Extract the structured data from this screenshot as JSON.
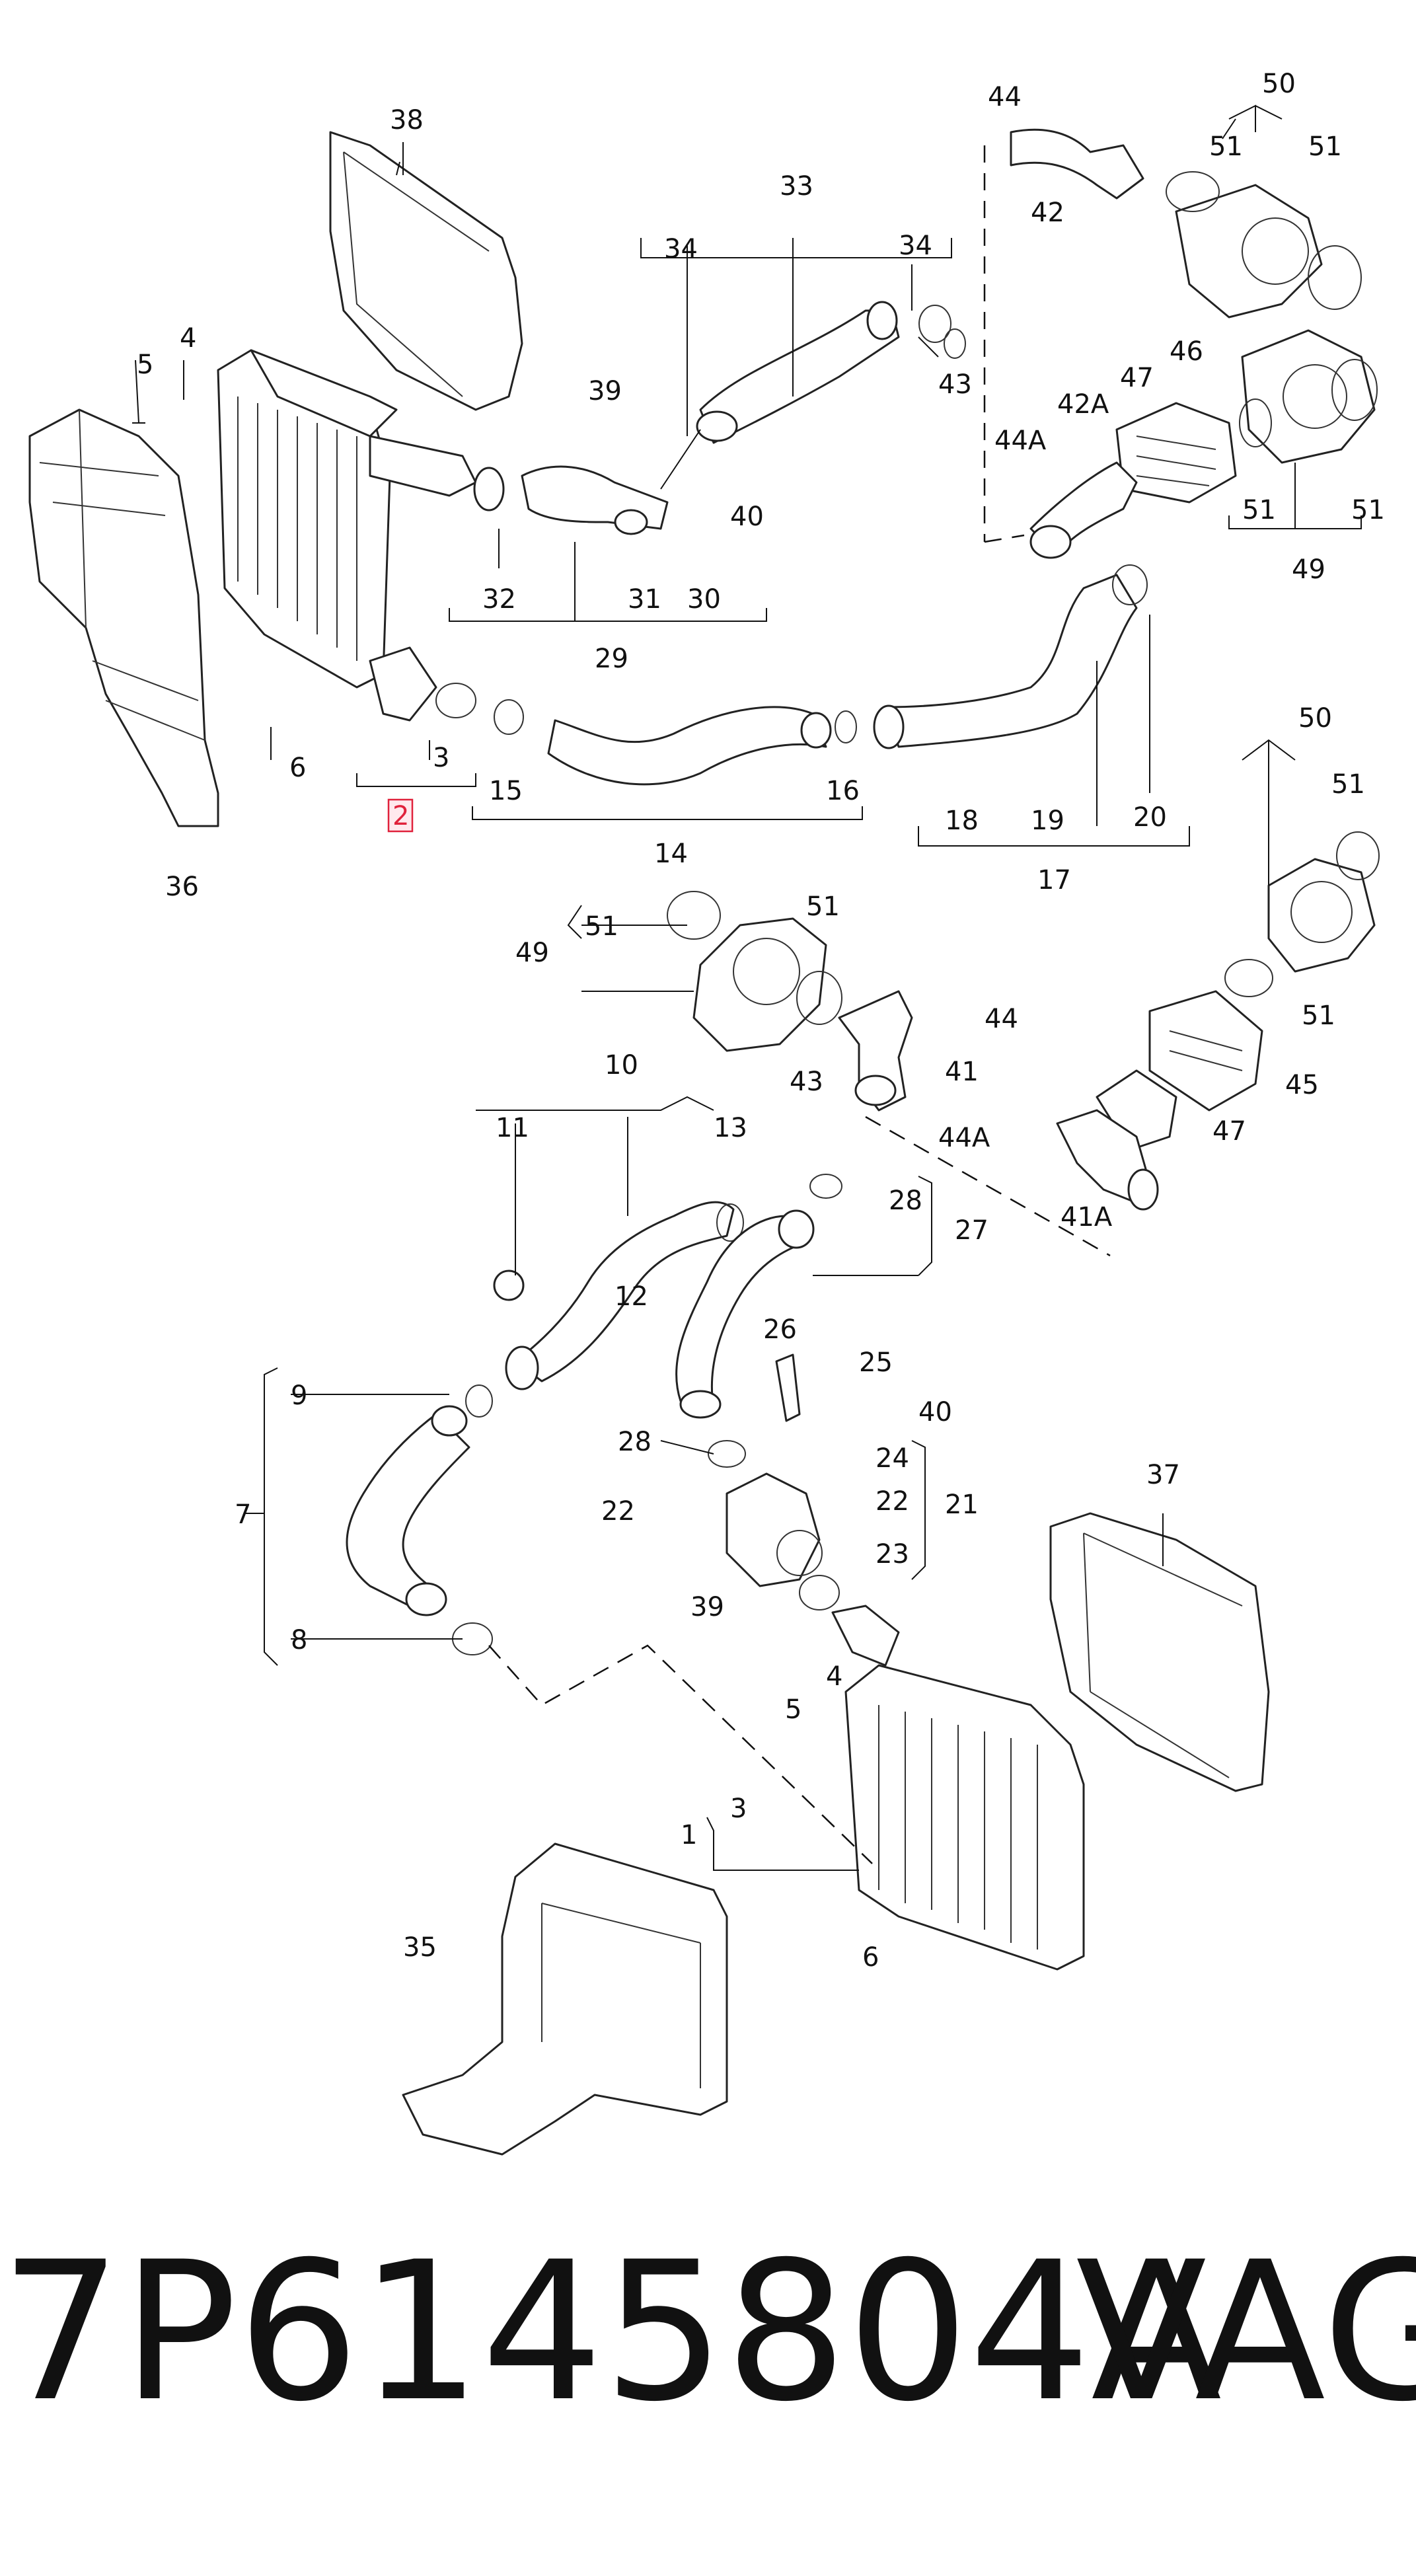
{
  "diagram": {
    "highlighted_label": "2",
    "callouts": {
      "c1": "1",
      "c2": "2",
      "c3a": "3",
      "c3b": "3",
      "c4a": "4",
      "c4b": "4",
      "c5a": "5",
      "c5b": "5",
      "c6a": "6",
      "c6b": "6",
      "c7": "7",
      "c8": "8",
      "c9": "9",
      "c10": "10",
      "c11": "11",
      "c12": "12",
      "c13": "13",
      "c14": "14",
      "c15": "15",
      "c16": "16",
      "c17": "17",
      "c18": "18",
      "c19": "19",
      "c20": "20",
      "c21": "21",
      "c22a": "22",
      "c22b": "22",
      "c23": "23",
      "c24": "24",
      "c25": "25",
      "c26": "26",
      "c27": "27",
      "c28a": "28",
      "c28b": "28",
      "c29": "29",
      "c30": "30",
      "c31": "31",
      "c32": "32",
      "c33": "33",
      "c34a": "34",
      "c34b": "34",
      "c35": "35",
      "c36": "36",
      "c37": "37",
      "c38": "38",
      "c39a": "39",
      "c39b": "39",
      "c40a": "40",
      "c40b": "40",
      "c41": "41",
      "c41A": "41A",
      "c42": "42",
      "c42A": "42A",
      "c43a": "43",
      "c43b": "43",
      "c44a": "44",
      "c44b": "44",
      "c44Aa": "44A",
      "c44Ab": "44A",
      "c45": "45",
      "c46": "46",
      "c47a": "47",
      "c47b": "47",
      "c49a": "49",
      "c49b": "49",
      "c50a": "50",
      "c50b": "50",
      "c51a": "51",
      "c51b": "51",
      "c51c": "51",
      "c51d": "51",
      "c51e": "51",
      "c51f": "51",
      "c51g": "51",
      "c51h": "51"
    }
  },
  "footer": {
    "part_number": "7P6145804A",
    "brand": "VAG"
  }
}
